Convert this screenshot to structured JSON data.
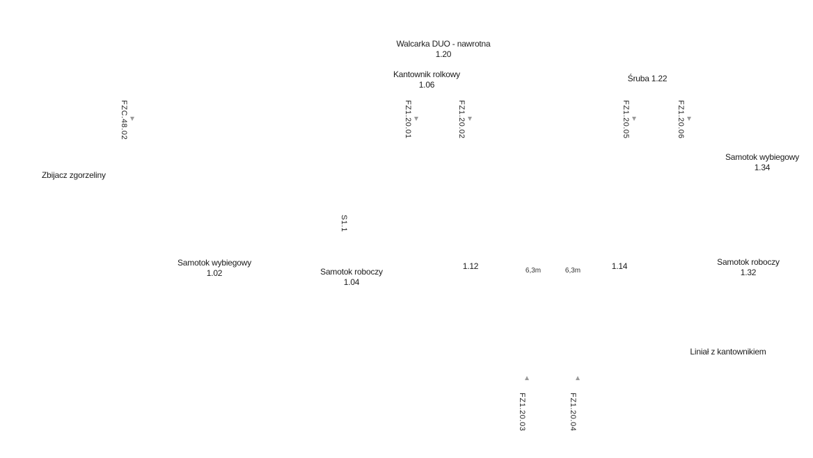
{
  "labels": {
    "walcarka_title": "Walcarka DUO - nawrotna",
    "walcarka_id": "1.20",
    "kantownik_title": "Kantownik rolkowy",
    "kantownik_id": "1.06",
    "sruba": "Śruba  1.22",
    "samotok_wyb_right_title": "Samotok wybiegowy",
    "samotok_wyb_right_id": "1.34",
    "zbijacz": "Zbijacz zgorzeliny",
    "samotok_wyb_left_title": "Samotok wybiegowy",
    "samotok_wyb_left_id": "1.02",
    "samotok_rob_left_title": "Samotok roboczy",
    "samotok_rob_left_id": "1.04",
    "id_112": "1.12",
    "id_114": "1.14",
    "dist_a": "6,3m",
    "dist_b": "6,3m",
    "samotok_rob_right_title": "Samotok roboczy",
    "samotok_rob_right_id": "1.32",
    "linial": "Liniał z kantownikiem"
  },
  "tags": {
    "fzc_4802": "FZC.48.02",
    "fz1_2001": "FZ1.20.01",
    "fz1_2002": "FZ1.20.02",
    "fz1_2005": "FZ1.20.05",
    "fz1_2006": "FZ1.20.06",
    "s_mid": "S1.1",
    "fz1_2003": "FZ1.20.03",
    "fz1_2004": "FZ1.20.04"
  },
  "colors": {
    "text": "#1a1a1a",
    "arrow": "#9a9a9a",
    "background": "#ffffff"
  }
}
